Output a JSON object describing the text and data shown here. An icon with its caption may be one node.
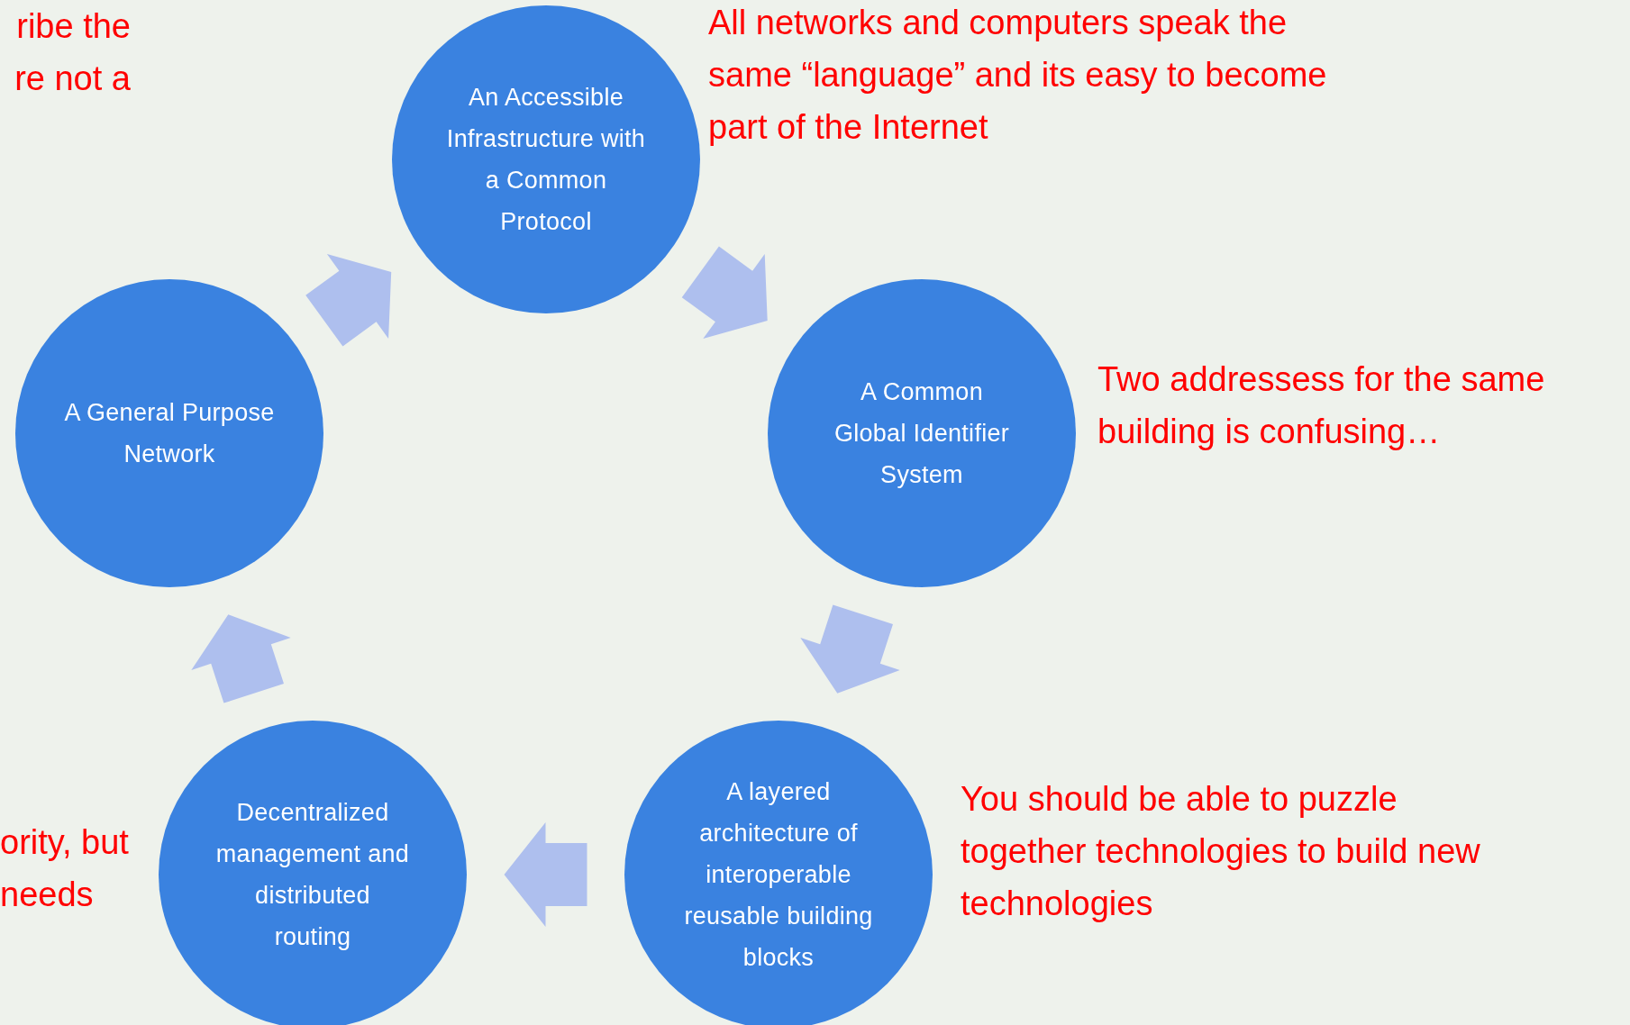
{
  "diagram": {
    "nodes": [
      {
        "text": [
          "An Accessible Infrastructure with a Common Protocol"
        ]
      },
      {
        "text": [
          "A General Purpose Network"
        ]
      },
      {
        "text": [
          "A Common Global Identifier System"
        ]
      },
      {
        "text": [
          "Decentralized management and distributed routing"
        ]
      },
      {
        "text": [
          "A layered architecture of interoperable reusable building blocks"
        ]
      }
    ],
    "edges": [
      {
        "from": 1,
        "to": 0,
        "arrow": "to"
      },
      {
        "from": 0,
        "to": 2,
        "arrow": "to"
      },
      {
        "from": 2,
        "to": 4,
        "arrow": "to"
      },
      {
        "from": 4,
        "to": 3,
        "arrow": "to"
      },
      {
        "from": 3,
        "to": 1,
        "arrow": "to"
      }
    ],
    "labels": [
      "ribe the re not a",
      "All networks and computers speak the same “language” and its easy to become part of the Internet",
      "Two addressess for the same building is confusing…",
      "ority, but needs",
      "You should be able to puzzle together technologies to build new technologies"
    ]
  }
}
